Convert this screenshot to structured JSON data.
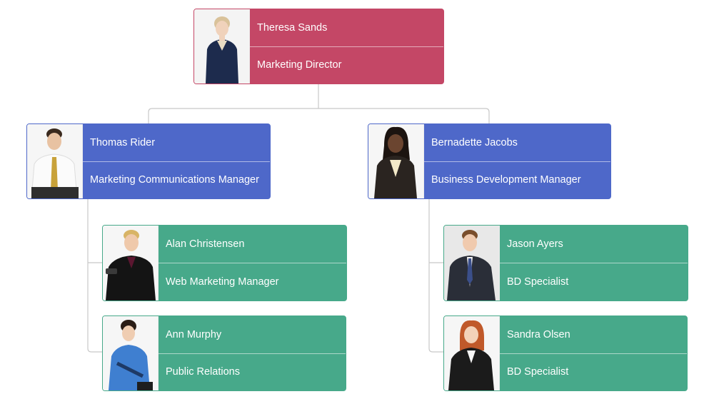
{
  "colors": {
    "director": "#c44766",
    "manager": "#4e68c9",
    "staff": "#47a98a",
    "connector": "#c8c8c8"
  },
  "root": {
    "name": "Theresa Sands",
    "title": "Marketing Director",
    "photo_icon": "woman-portrait-icon"
  },
  "managers": [
    {
      "name": "Thomas Rider",
      "title": "Marketing Communications Manager",
      "photo_icon": "man-portrait-icon",
      "reports": [
        {
          "name": "Alan Christensen",
          "title": "Web Marketing Manager",
          "photo_icon": "man-portrait-icon"
        },
        {
          "name": "Ann Murphy",
          "title": "Public Relations",
          "photo_icon": "woman-portrait-icon"
        }
      ]
    },
    {
      "name": "Bernadette Jacobs",
      "title": "Business Development Manager",
      "photo_icon": "woman-portrait-icon",
      "reports": [
        {
          "name": "Jason Ayers",
          "title": "BD Specialist",
          "photo_icon": "man-portrait-icon"
        },
        {
          "name": "Sandra Olsen",
          "title": "BD Specialist",
          "photo_icon": "woman-portrait-icon"
        }
      ]
    }
  ]
}
